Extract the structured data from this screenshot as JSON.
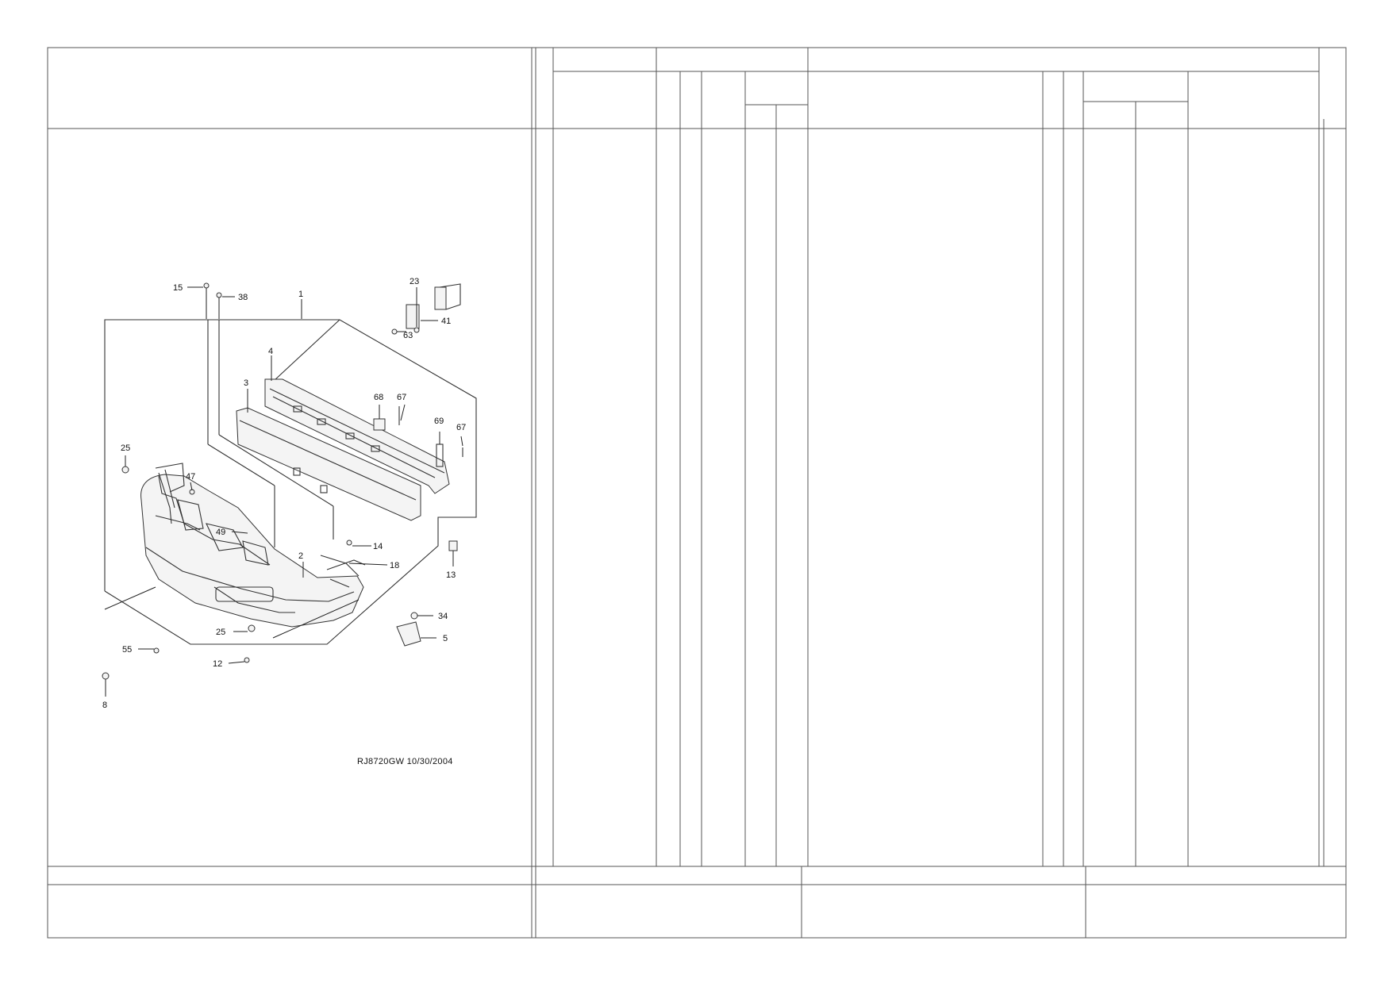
{
  "drawing": {
    "caption": "RJ8720GW  10/30/2004",
    "callouts": {
      "c15": "15",
      "c38": "38",
      "c1": "1",
      "c23": "23",
      "c41": "41",
      "c63": "63",
      "c4": "4",
      "c3": "3",
      "c68": "68",
      "c67a": "67",
      "c69": "69",
      "c67b": "67",
      "c25a": "25",
      "c47": "47",
      "c49": "49",
      "c2": "2",
      "c14": "14",
      "c18": "18",
      "c13": "13",
      "c34": "34",
      "c5": "5",
      "c25b": "25",
      "c55": "55",
      "c12": "12",
      "c8": "8"
    }
  }
}
